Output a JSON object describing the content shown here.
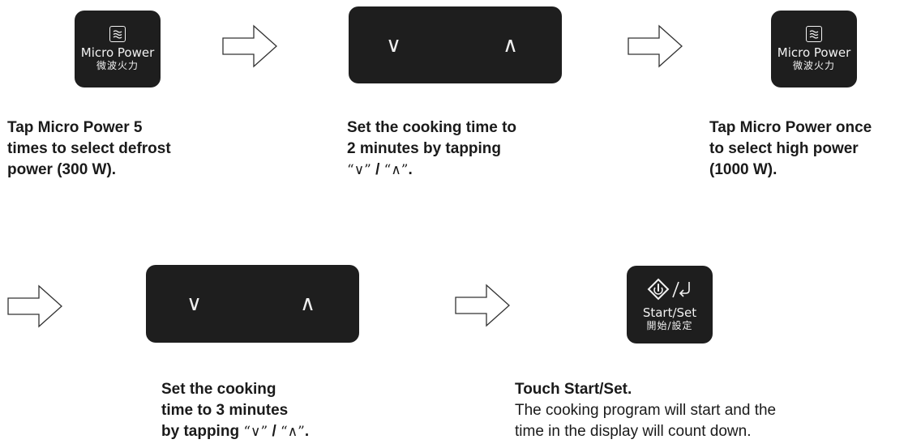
{
  "micro_power_key": {
    "label": "Micro Power",
    "label_cn": "微波火力",
    "icon": "microwave-waves-icon"
  },
  "time_panel": {
    "down": "∨",
    "up": "∧"
  },
  "start_key": {
    "label": "Start/Set",
    "label_cn": "開始/設定",
    "icon": "start-set-icon"
  },
  "steps": [
    {
      "l1": "Tap Micro Power 5",
      "l2": "times to select defrost",
      "l3": "power (300 W)."
    },
    {
      "l1": "Set the cooking time to",
      "l2": "2 minutes by tapping",
      "q1": "“∨”",
      "sep": " / ",
      "q2": "“∧”",
      "end": "."
    },
    {
      "l1": "Tap Micro Power once",
      "l2": "to select high power",
      "l3": "(1000 W)."
    },
    {
      "l1": "Set the cooking",
      "l2": "time to 3 minutes",
      "l3": "by tapping",
      "q1": "“∨”",
      "sep": " / ",
      "q2": "“∧”",
      "end": "."
    },
    {
      "title": "Touch Start/Set.",
      "l1": "The cooking program will start and the",
      "l2": "time in the display will count down."
    }
  ]
}
